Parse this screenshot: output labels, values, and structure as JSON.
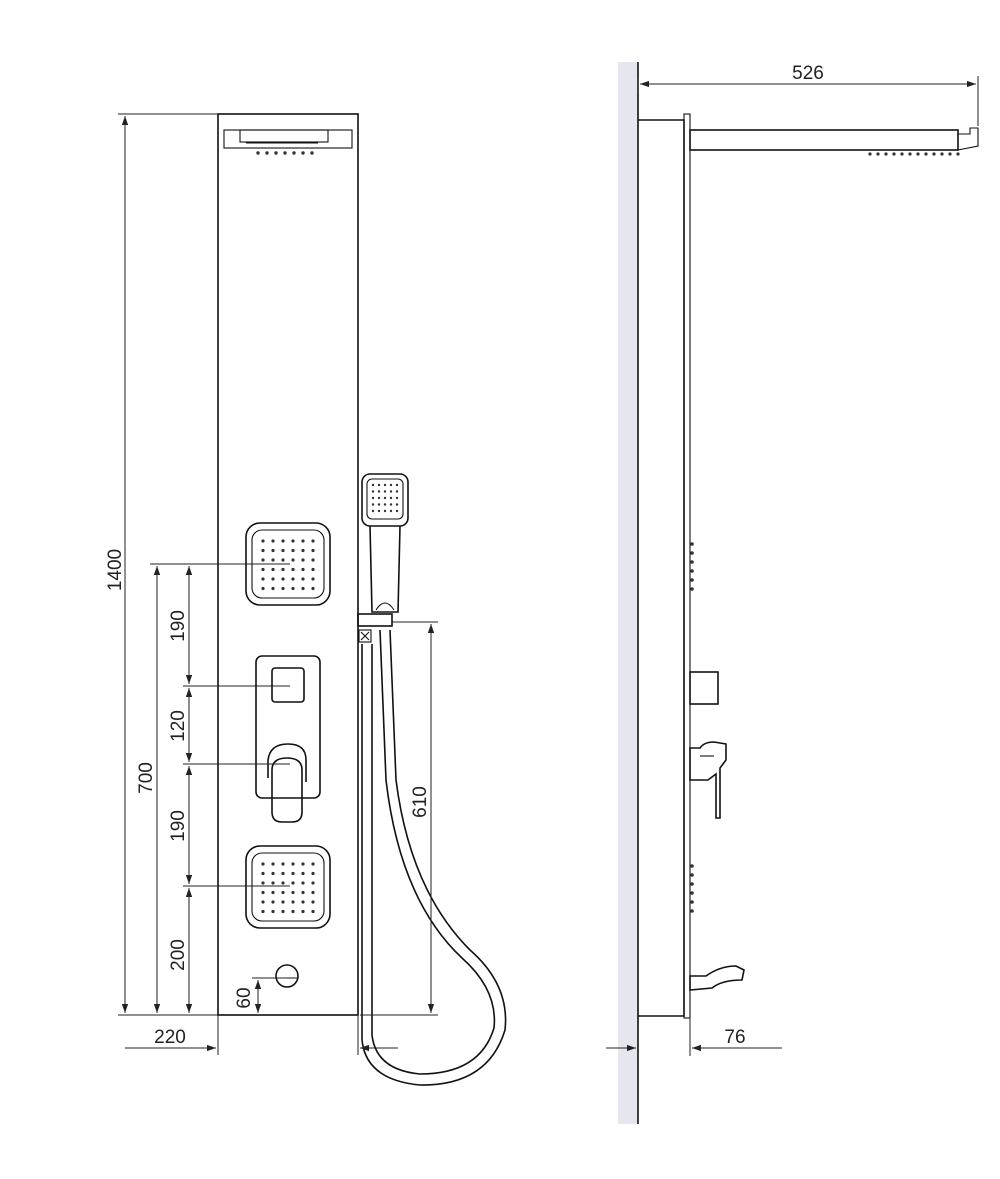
{
  "front_view": {
    "dimensions": {
      "overall_height": "1400",
      "spray_span": "700",
      "upper_jet_gap": "190",
      "valve_gap": "120",
      "lower_jet_gap": "190",
      "bottom_gap": "200",
      "spout_height": "60",
      "hose_height": "610",
      "panel_width": "220"
    }
  },
  "side_view": {
    "dimensions": {
      "arm_projection": "526",
      "panel_depth": "76"
    }
  },
  "colors": {
    "line": "#111111",
    "wall_fill": "#e6e6ee"
  }
}
